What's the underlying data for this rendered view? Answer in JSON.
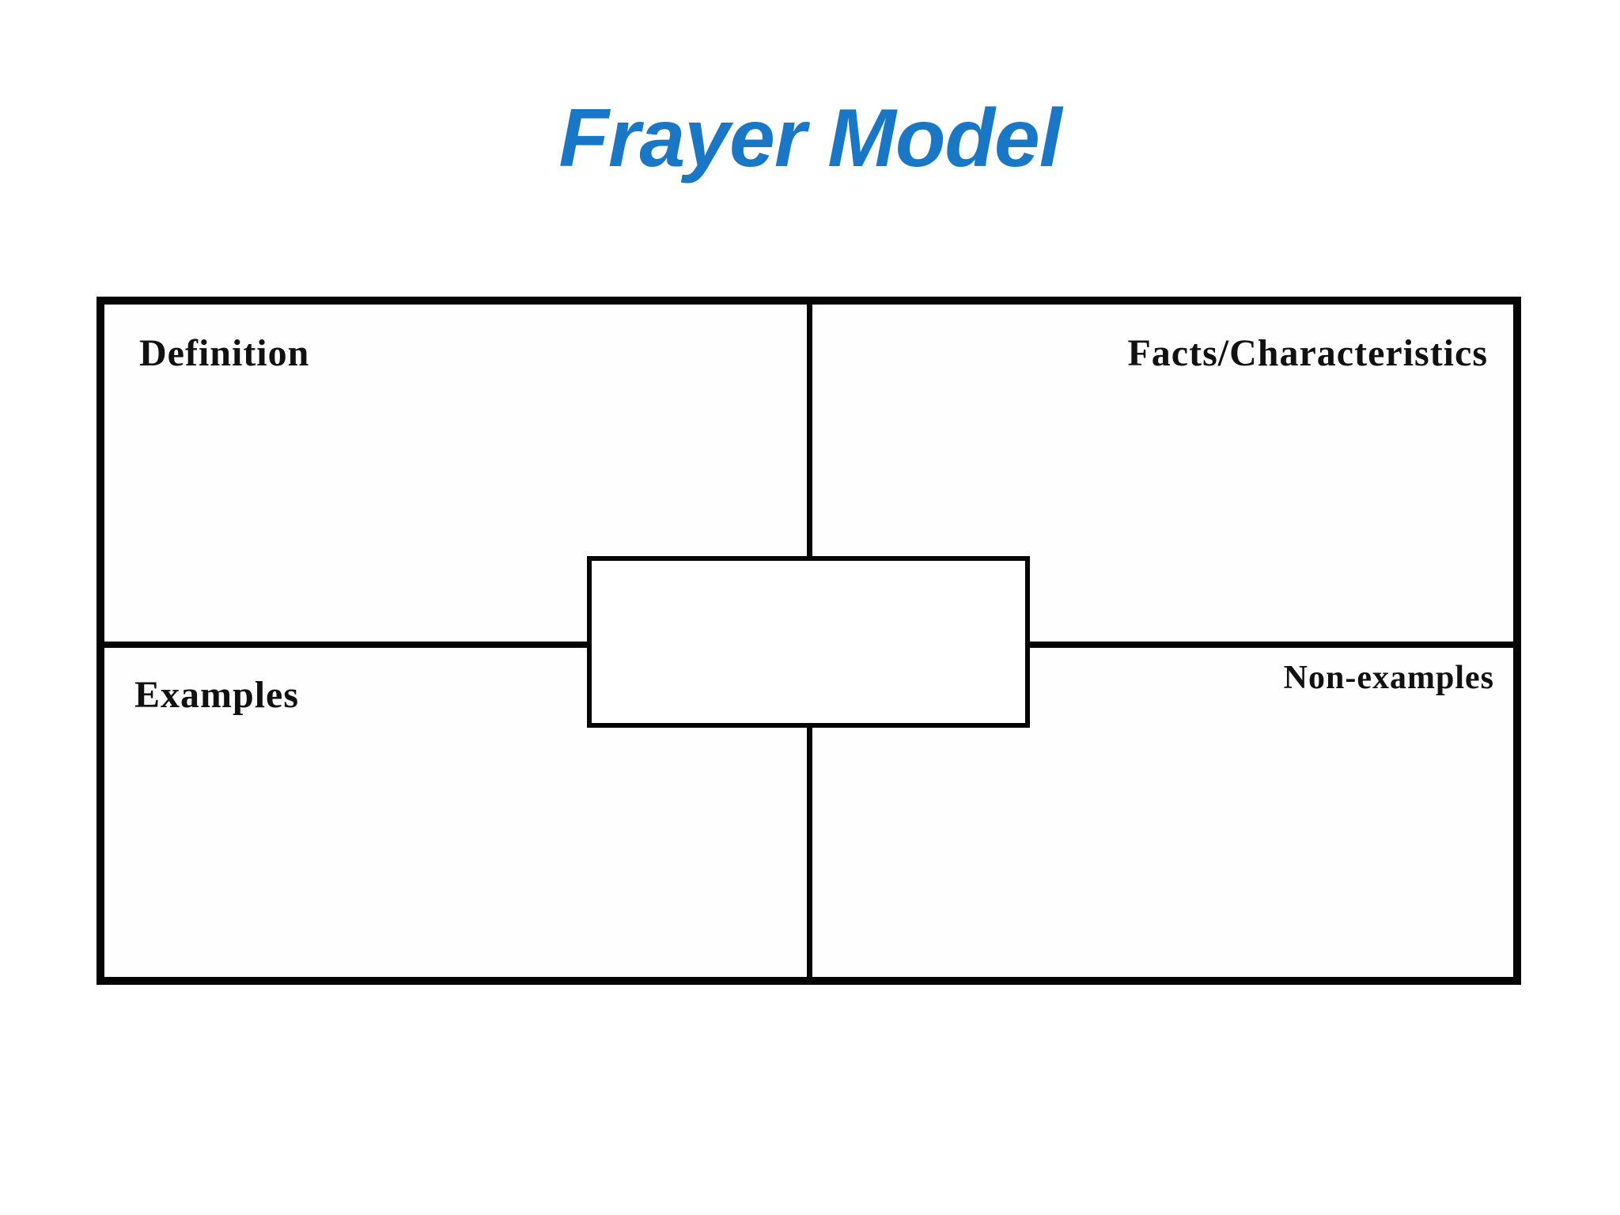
{
  "title": "Frayer Model",
  "colors": {
    "title_blue": "#1a77c5",
    "line_black": "#050505",
    "background": "#ffffff"
  },
  "diagram": {
    "quadrants": {
      "definition": "Definition",
      "facts": "Facts/Characteristics",
      "examples": "Examples",
      "non_examples": "Non-examples"
    },
    "center_box_value": ""
  }
}
